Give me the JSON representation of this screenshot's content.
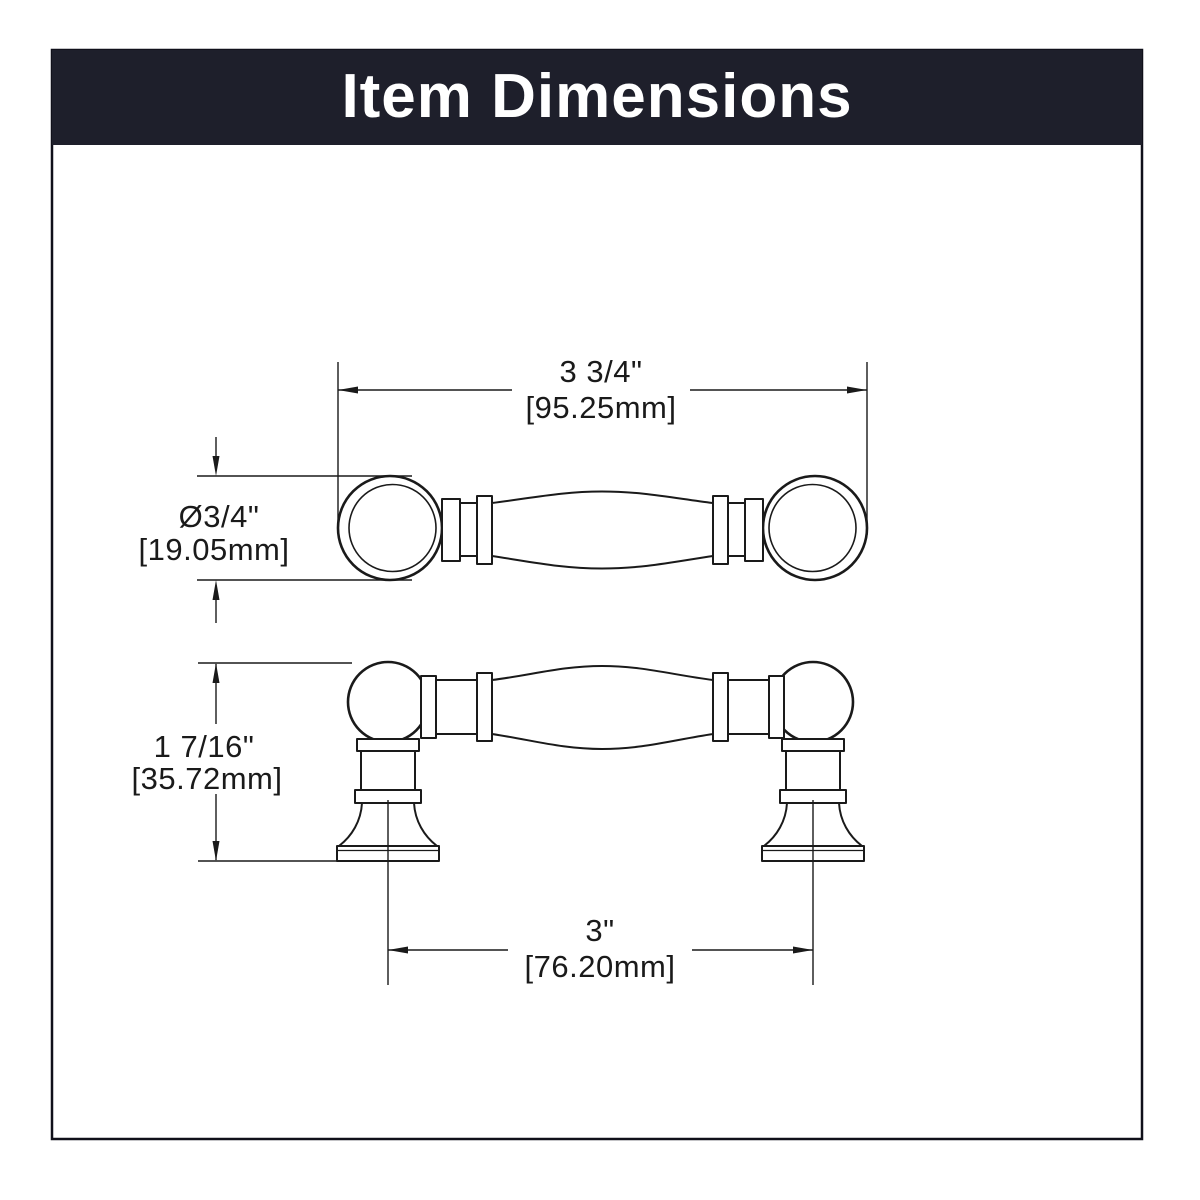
{
  "header": {
    "title": "Item Dimensions",
    "bg_color": "#1e1f2b",
    "text_color": "#ffffff"
  },
  "drawing": {
    "stroke_color": "#1a1a1a",
    "views": [
      "top-view",
      "front-view"
    ],
    "dimensions": {
      "length": {
        "inches": "3 3/4\"",
        "mm": "[95.25mm]"
      },
      "diameter": {
        "inches": "Ø3/4\"",
        "mm": "[19.05mm]"
      },
      "height": {
        "inches": "1 7/16\"",
        "mm": "[35.72mm]"
      },
      "center_to_center": {
        "inches": "3\"",
        "mm": "[76.20mm]"
      }
    }
  }
}
